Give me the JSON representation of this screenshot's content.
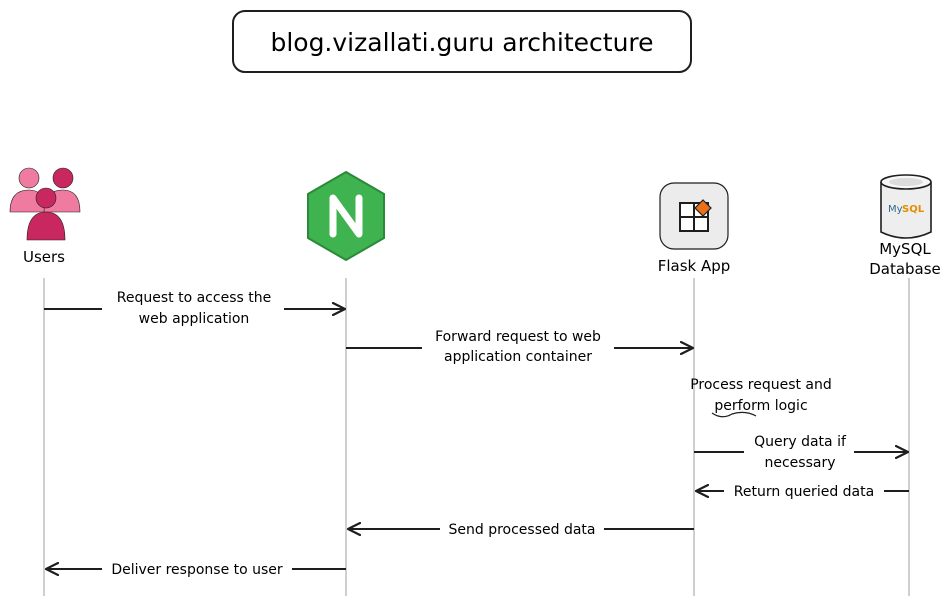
{
  "title": "blog.vizallati.guru architecture",
  "participants": {
    "users": {
      "label": "Users",
      "icon": "users-group-icon"
    },
    "nginx": {
      "label": "",
      "icon": "nginx-logo-icon"
    },
    "flask": {
      "label": "Flask App",
      "icon": "flask-app-icon"
    },
    "mysql": {
      "label_line1": "MySQL",
      "label_line2": "Database",
      "icon": "mysql-database-icon",
      "logo_text_my": "My",
      "logo_text_sql": "SQL"
    }
  },
  "messages": {
    "m1": {
      "line1": "Request to access the",
      "line2": "web application"
    },
    "m2": {
      "line1": "Forward request to web",
      "line2": "application container"
    },
    "m3": {
      "line1": "Process request and",
      "line2": "perform logic"
    },
    "m4": {
      "line1": "Query data if",
      "line2": "necessary"
    },
    "m5": {
      "line1": "Return queried data"
    },
    "m6": {
      "line1": "Send processed data"
    },
    "m7": {
      "line1": "Deliver response to user"
    }
  },
  "colors": {
    "stroke": "#1e1e1e",
    "lifeline": "#b5b5b5",
    "users_pink": "#ef7ca0",
    "users_magenta": "#c9275f",
    "nginx_green": "#3fb34f",
    "nginx_dark": "#2a8a3a",
    "flask_bg": "#ececec",
    "flask_orange": "#e8711c",
    "mysql_blue": "#2f6b8a",
    "mysql_orange": "#e48e00"
  }
}
